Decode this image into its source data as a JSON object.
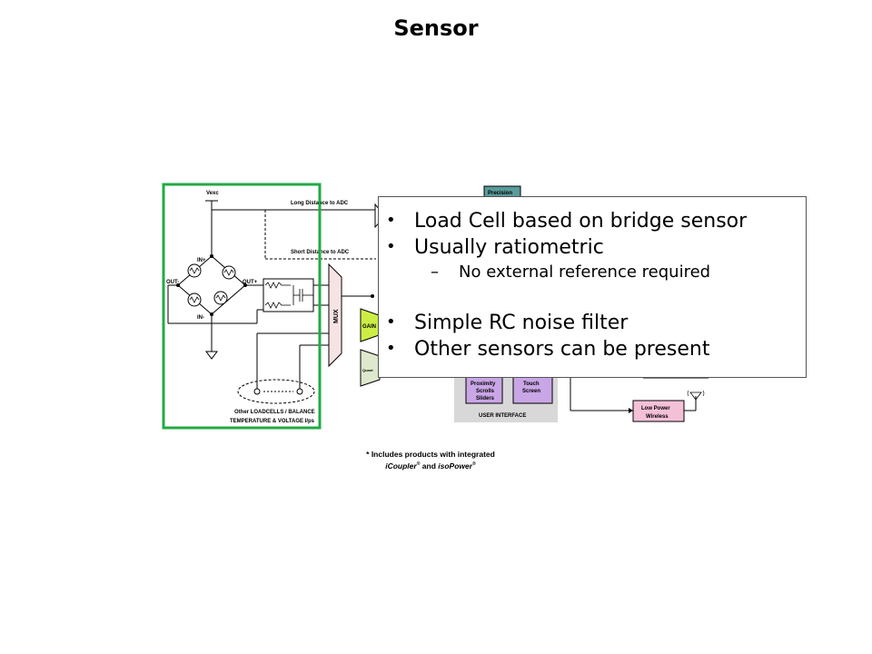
{
  "slide": {
    "title": "Sensor"
  },
  "diagram": {
    "labels": {
      "vexc": "Vexc",
      "long_distance": "Long Distance to ADC",
      "short_distance": "Short Distance to ADC",
      "in_plus": "IN+",
      "in_minus": "IN-",
      "out_minus": "OUT-",
      "out_plus": "OUT+",
      "mux": "MUX",
      "gain": "GAIN",
      "quant": "Quant",
      "precision": "Precision",
      "other_sensors_line1": "Other LOADCELLS / BALANCE",
      "other_sensors_line2": "TEMPERATURE & VOLTAGE I/ps",
      "proximity_line1": "Proximity",
      "proximity_line2": "Scrolls",
      "proximity_line3": "Sliders",
      "touch_line1": "Touch",
      "touch_line2": "Screen",
      "user_interface": "USER INTERFACE",
      "low_power_line1": "Low Power",
      "low_power_line2": "Wireless"
    },
    "colors": {
      "highlight_border": "#22aa44",
      "mux_fill": "#f6e4e4",
      "gain_fill": "#ccee44",
      "quant_fill": "#dde8cc",
      "precision_fill": "#5a9a9a",
      "ui_panel": "#d8d8d8",
      "ui_button": "#c9a6e6",
      "wireless_fill": "#f4c0d8"
    }
  },
  "callout": {
    "bullets": [
      {
        "level": 1,
        "text": "Load Cell based on bridge sensor"
      },
      {
        "level": 1,
        "text": "Usually ratiometric"
      },
      {
        "level": 2,
        "text": "No external reference required"
      },
      {
        "level": 1,
        "text": "Simple RC noise filter"
      },
      {
        "level": 1,
        "text": "Other sensors can be present"
      }
    ]
  },
  "footnote": {
    "line1": "* Includes products with integrated",
    "icoupler": "iCoupler",
    "and": "and",
    "isopower": "isoPower",
    "reg": "®"
  }
}
